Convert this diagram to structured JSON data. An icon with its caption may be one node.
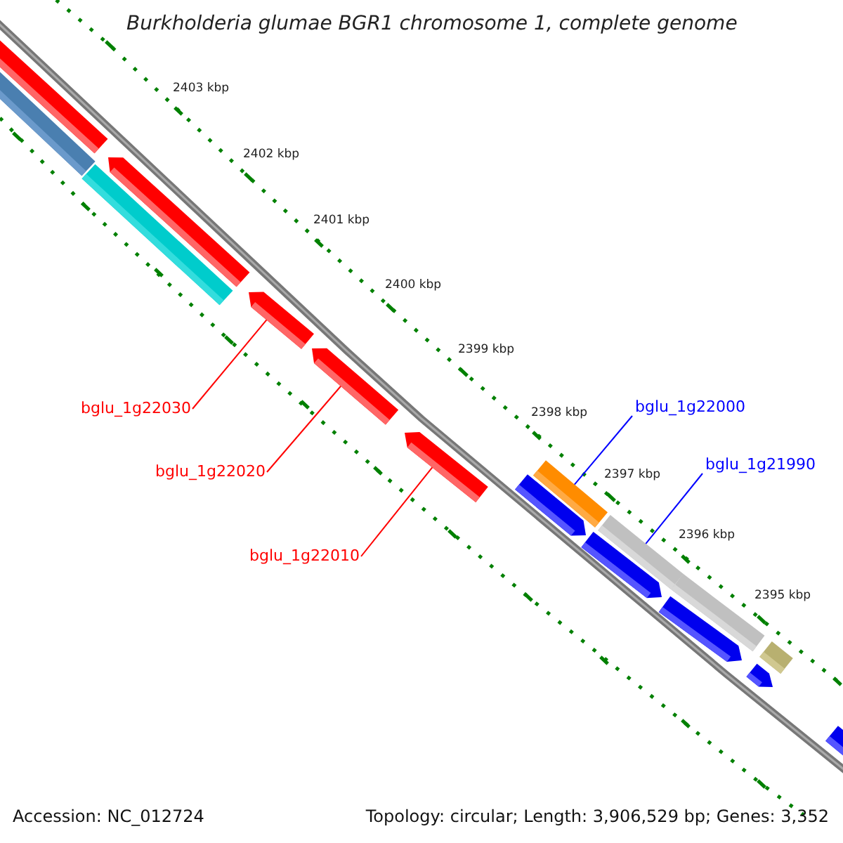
{
  "diagram": {
    "title": "Burkholderia glumae BGR1 chromosome 1, complete genome",
    "nodes": [
      {
        "text": [
          "bglu_1g22000"
        ]
      },
      {
        "text": [
          "bglu_1g22030"
        ]
      },
      {
        "text": [
          "bglu_1g21990"
        ]
      },
      {
        "text": [
          "bglu_1g22020"
        ]
      },
      {
        "text": [
          "bglu_1g22010"
        ]
      },
      {
        "text": [],
        "shape": "bar"
      },
      {
        "text": [],
        "shape": "bar"
      },
      {
        "text": [],
        "shape": "bar"
      },
      {
        "text": [],
        "shape": "bar"
      },
      {
        "text": [],
        "shape": "bar"
      },
      {
        "text": [],
        "shape": "bar"
      },
      {
        "text": [],
        "shape": "bar"
      },
      {
        "text": [],
        "shape": "bar"
      },
      {
        "text": [],
        "shape": "bar"
      },
      {
        "text": [],
        "shape": "bar"
      },
      {
        "text": [],
        "shape": "bar"
      },
      {
        "text": [],
        "shape": "bar"
      },
      {
        "text": [],
        "shape": "bar"
      },
      {
        "text": [],
        "shape": "bar"
      },
      {
        "text": [],
        "shape": "bar"
      },
      {
        "text": [],
        "shape": "bar"
      }
    ],
    "edges": [
      {
        "from": 1,
        "to": 9,
        "arrow": "none"
      },
      {
        "from": 3,
        "to": 10,
        "arrow": "none"
      },
      {
        "from": 4,
        "to": 11,
        "arrow": "none"
      },
      {
        "from": 0,
        "to": 13,
        "arrow": "none",
        "color": "#0000ff"
      },
      {
        "from": 2,
        "to": 15,
        "arrow": "none",
        "color": "#0000ff"
      }
    ],
    "labels": [
      "2403 kbp",
      "2402 kbp",
      "2401 kbp",
      "2400 kbp",
      "2399 kbp",
      "2398 kbp",
      "2397 kbp",
      "2396 kbp",
      "2395 kbp",
      "Accession: NC_012724",
      "Topology: circular; Length: 3,906,529 bp; Genes: 3,352"
    ]
  }
}
